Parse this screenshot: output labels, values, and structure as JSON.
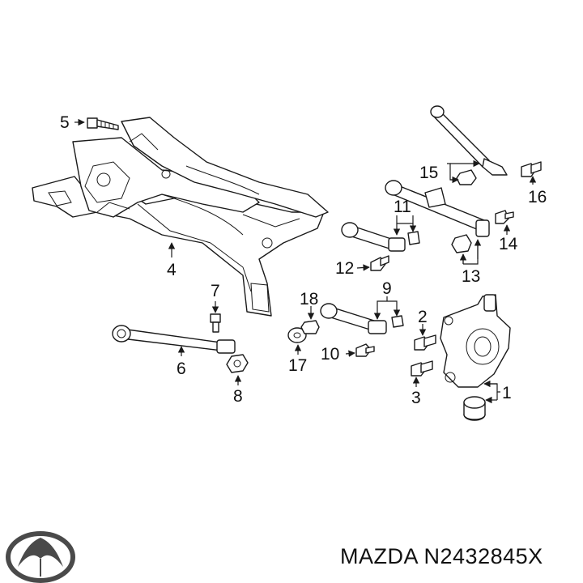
{
  "brand": "MAZDA",
  "part_number": "N2432845X",
  "logo_icon": "mazda-logo-icon",
  "ink_color": "#1a1a1a",
  "callouts": {
    "c1": "1",
    "c2": "2",
    "c3": "3",
    "c4": "4",
    "c5": "5",
    "c6": "6",
    "c7": "7",
    "c8": "8",
    "c9": "9",
    "c10": "10",
    "c11": "11",
    "c12": "12",
    "c13": "13",
    "c14": "14",
    "c15": "15",
    "c16": "16",
    "c17": "17",
    "c18": "18"
  }
}
